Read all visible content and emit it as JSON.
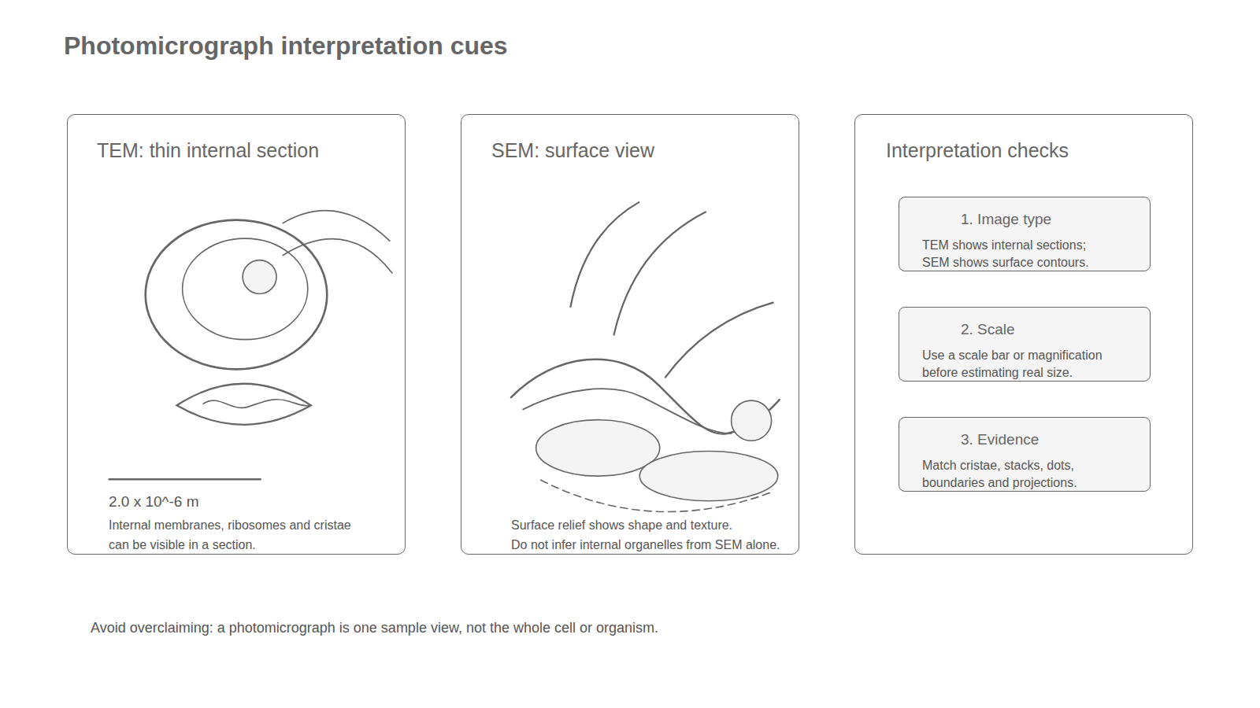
{
  "diagram": {
    "title": "Photomicrograph interpretation cues",
    "caption": "Avoid overclaiming: a photomicrograph is one sample view, not the whole cell or organism.",
    "nodes": [
      {
        "text": [
          "TEM: thin internal section",
          "2.0 x 10^-6 m",
          "Internal membranes, ribosomes and cristae can be visible in a section."
        ]
      },
      {
        "text": [
          "SEM: surface view",
          "Surface relief shows shape and texture.",
          "Do not infer internal organelles from SEM alone."
        ]
      },
      {
        "text": [
          "Interpretation checks"
        ]
      },
      {
        "text": [
          "1. Image type",
          "TEM shows internal sections; SEM shows surface contours."
        ],
        "in": 2
      },
      {
        "text": [
          "2. Scale",
          "Use a scale bar or magnification before estimating real size."
        ],
        "in": 2
      },
      {
        "text": [
          "3. Evidence",
          "Match cristae, stacks, dots, boundaries and projections."
        ],
        "in": 2
      }
    ]
  }
}
